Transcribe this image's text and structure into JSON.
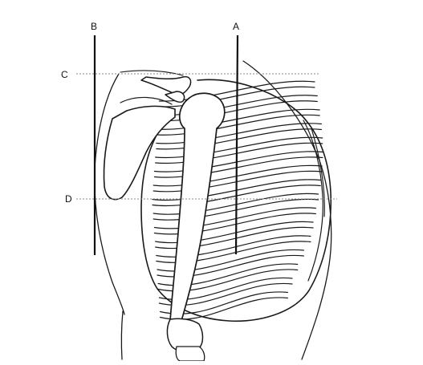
{
  "diagram": {
    "labels": {
      "A": "A",
      "B": "B",
      "C": "C",
      "D": "D"
    },
    "line_color": "#1a1a1a",
    "guide_color": "#8a8a8a"
  }
}
